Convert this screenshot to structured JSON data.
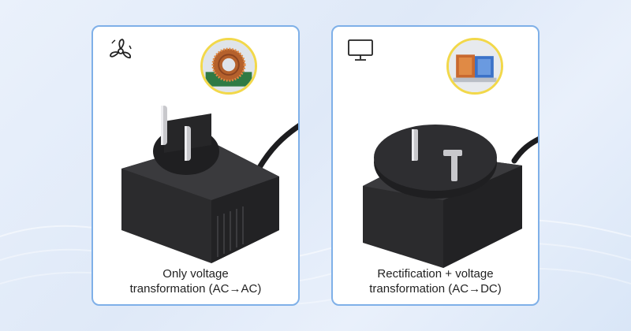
{
  "cards": [
    {
      "icon": "fan-icon",
      "badge": "toroidal-coil-badge",
      "caption_line1": "Only voltage",
      "caption_line2": "transformation (AC→AC)"
    },
    {
      "icon": "monitor-icon",
      "badge": "transformer-module-badge",
      "caption_line1": "Rectification + voltage",
      "caption_line2": "transformation (AC→DC)"
    }
  ],
  "colors": {
    "card_border": "#7fb0e8",
    "badge_ring": "#f2d84a",
    "adapter_body": "#2b2b2d",
    "background": "#e3ecf9"
  }
}
